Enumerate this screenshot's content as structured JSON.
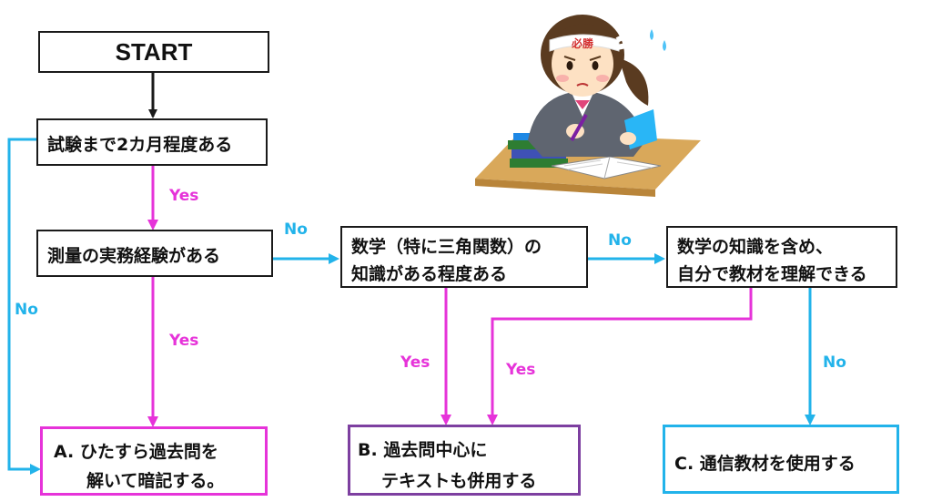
{
  "colors": {
    "magenta": "#e633d9",
    "cyan": "#22b3ea",
    "purple": "#7d3fa0",
    "black": "#1a1a1a"
  },
  "nodes": {
    "start": "START",
    "q_two_months": "試験まで2カ月程度ある",
    "q_survey_experience": "測量の実務経験がある",
    "q_math_line1": "数学（特に三角関数）の",
    "q_math_line2": "知識がある程度ある",
    "q_self_line1": "数学の知識を含め、",
    "q_self_line2": "自分で教材を理解できる",
    "result_a_line1": "A.  ひたすら過去問を",
    "result_a_line2": "解いて暗記する。",
    "result_b_line1": "B.  過去問中心に",
    "result_b_line2": "テキストも併用する",
    "result_c": "C. 通信教材を使用する"
  },
  "edge_labels": {
    "yes_two_months": "Yes",
    "no_two_months": "No",
    "yes_survey": "Yes",
    "no_survey": "No",
    "yes_math": "Yes",
    "no_math": "No",
    "yes_self": "Yes",
    "no_self": "No"
  },
  "illustration": {
    "headband_text": "必勝"
  }
}
